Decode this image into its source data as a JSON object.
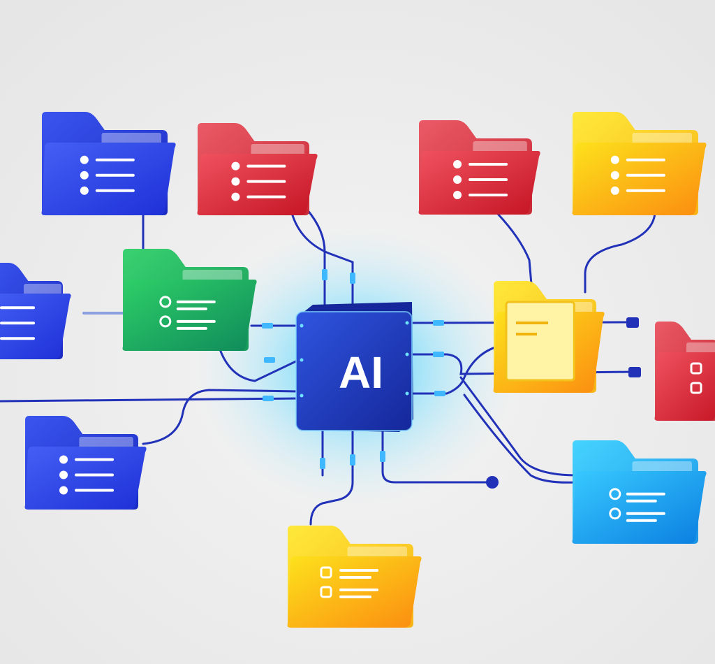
{
  "chip": {
    "label": "AI"
  },
  "colors": {
    "background": "#ebebeb",
    "wire": "#2232b8",
    "glow": "#35c9ff",
    "chip_body": "#1d36a8",
    "chip_front": "#2748c8"
  },
  "folders": [
    {
      "id": "blue-top-left",
      "color": "blue",
      "icon": "list-icon"
    },
    {
      "id": "red-top-center",
      "color": "red",
      "icon": "list-icon"
    },
    {
      "id": "red-top-right",
      "color": "red",
      "icon": "list-icon"
    },
    {
      "id": "yellow-top-right",
      "color": "yellow",
      "icon": "list-icon"
    },
    {
      "id": "blue-left-edge",
      "color": "blue",
      "icon": "list-icon"
    },
    {
      "id": "green-center-left",
      "color": "green",
      "icon": "list-icon"
    },
    {
      "id": "yellow-center-right",
      "color": "yellow",
      "icon": "document-icon"
    },
    {
      "id": "red-right-edge",
      "color": "red",
      "icon": "checkbox-list-icon"
    },
    {
      "id": "blue-bottom-left",
      "color": "blue",
      "icon": "list-icon"
    },
    {
      "id": "cyan-bottom-right",
      "color": "cyan",
      "icon": "list-icon"
    },
    {
      "id": "yellow-bottom-center",
      "color": "yellow",
      "icon": "checkbox-list-icon"
    }
  ]
}
